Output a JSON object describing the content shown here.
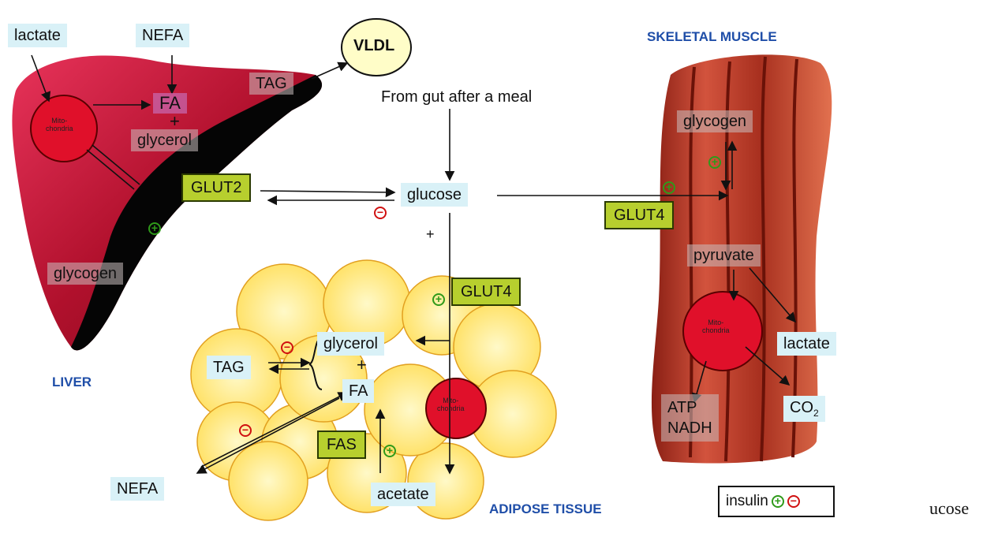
{
  "organs": {
    "liver": "LIVER",
    "skeletal_muscle": "SKELETAL MUSCLE",
    "adipose_tissue": "ADIPOSE TISSUE"
  },
  "liver": {
    "lactate": "lactate",
    "nefa": "NEFA",
    "vldl": "VLDL",
    "tag": "TAG",
    "fa": "FA",
    "plus": "+",
    "glycerol": "glycerol",
    "mito_line1": "Mito-",
    "mito_line2": "chondria",
    "glut2": "GLUT2",
    "glycogen": "glycogen"
  },
  "center": {
    "from_gut": "From gut after a meal",
    "glucose": "glucose",
    "plus": "+"
  },
  "muscle": {
    "glycogen": "glycogen",
    "glut4": "GLUT4",
    "pyruvate": "pyruvate",
    "mito_line1": "Mito-",
    "mito_line2": "chondria",
    "lactate": "lactate",
    "atp": "ATP",
    "nadh": "NADH",
    "co2": "CO",
    "co2_sub": "2"
  },
  "adipose": {
    "glut4": "GLUT4",
    "glycerol": "glycerol",
    "plus": "+",
    "fa": "FA",
    "tag": "TAG",
    "mito_line1": "Mito-",
    "mito_line2": "chondria",
    "fas": "FAS",
    "acetate": "acetate",
    "nefa": "NEFA"
  },
  "legend": {
    "insulin": "insulin"
  },
  "symbols": {
    "stimulate": "+",
    "inhibit": "−"
  },
  "colors": {
    "liver_red": "#c8102e",
    "organ_label_blue": "#1f4ea8",
    "glut_green": "#b7cf2e",
    "label_cyan": "#d9f1f7",
    "stimulate_green": "#2f9a1a",
    "inhibit_red": "#d01010",
    "fat_yellow": "#ffef7a",
    "muscle_red": "#b33a2a"
  },
  "trailing_text": "ucose"
}
